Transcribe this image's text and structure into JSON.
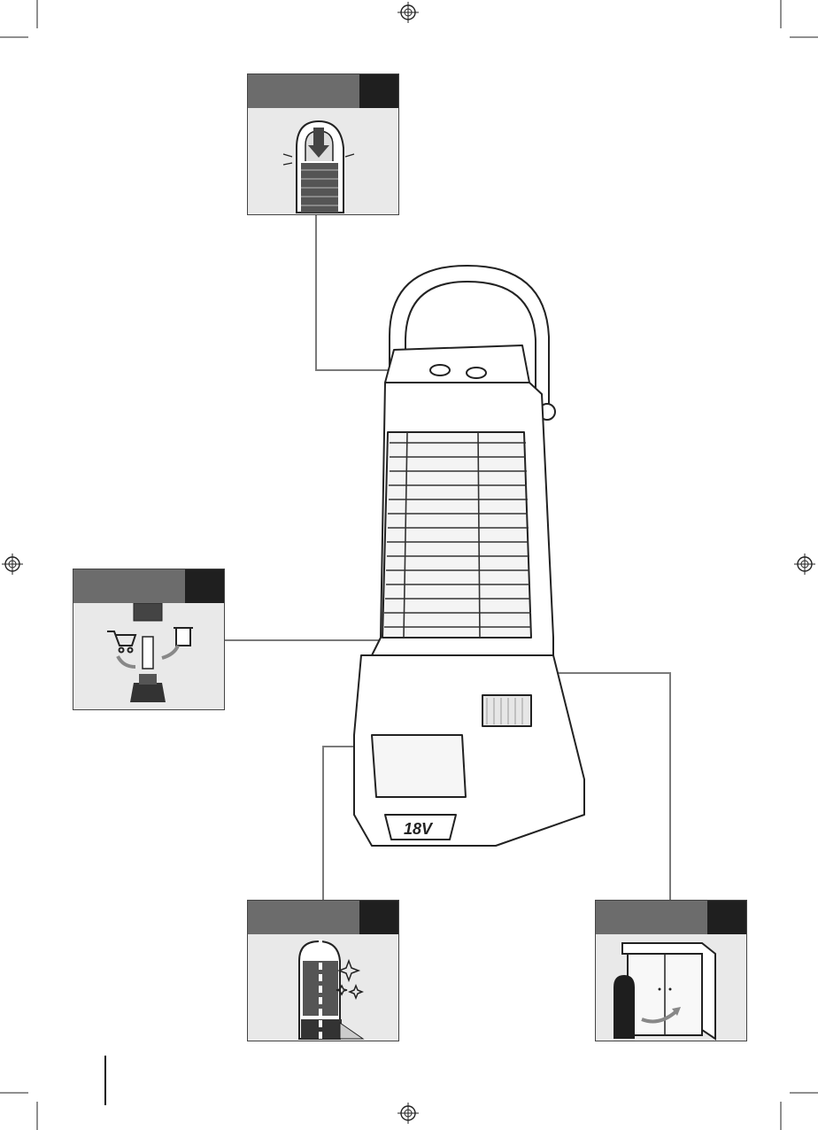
{
  "product": {
    "badge_text": "18V"
  },
  "panels": [
    {
      "id": "handle-light",
      "icon": "handle-press-icon"
    },
    {
      "id": "recycle",
      "icon": "recycle-icon"
    },
    {
      "id": "clean",
      "icon": "clean-sparkle-icon"
    },
    {
      "id": "storage",
      "icon": "cabinet-storage-icon"
    }
  ],
  "colors": {
    "panel_header": "#6c6c6c",
    "panel_tab": "#1f1f1f",
    "panel_body": "#e9e9e9",
    "leader_line": "#7a7a7a",
    "line_art": "#222222"
  }
}
